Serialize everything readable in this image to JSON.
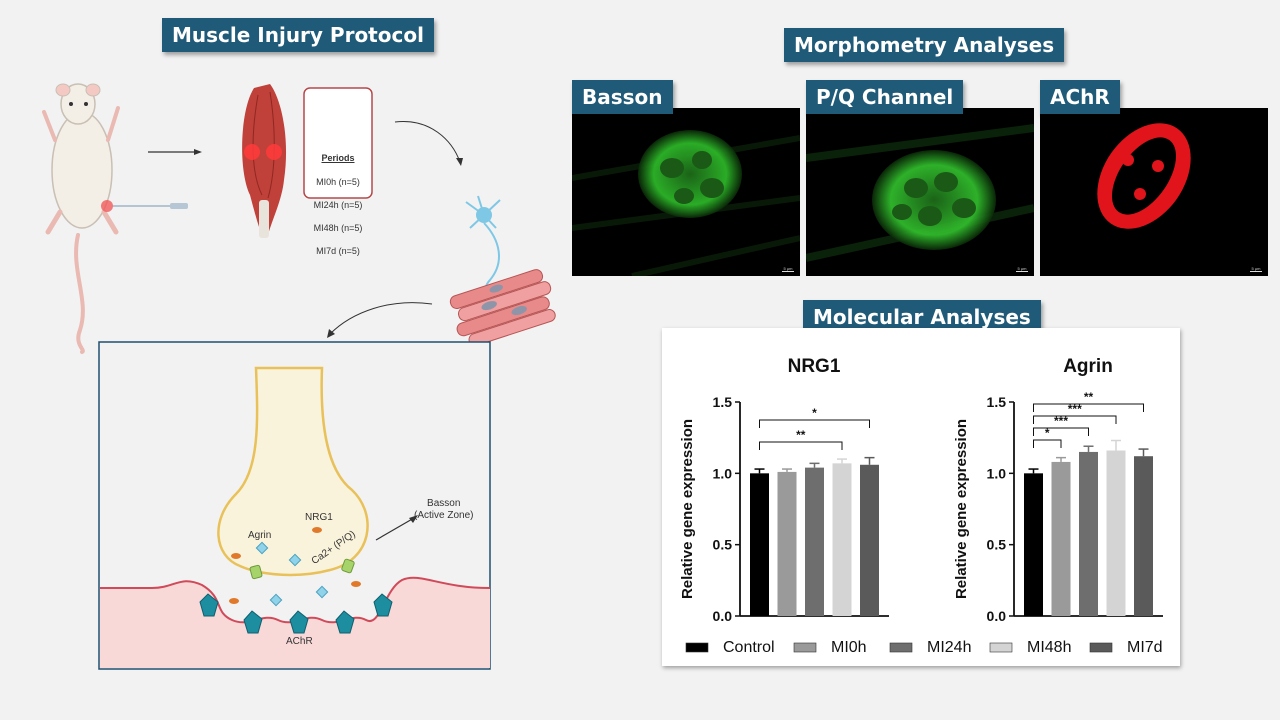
{
  "titles": {
    "muscle_injury": "Muscle Injury Protocol",
    "morphometry": "Morphometry Analyses",
    "molecular": "Molecular Analyses"
  },
  "periods": {
    "header": "Periods",
    "items": [
      "MI0h (n=5)",
      "MI24h (n=5)",
      "MI48h (n=5)",
      "MI7d (n=5)"
    ]
  },
  "micrographs": [
    {
      "label": "Basson",
      "stain_color": "#2fbf2a",
      "scale_text": "5 μm"
    },
    {
      "label": "P/Q Channel",
      "stain_color": "#2fbf2a",
      "scale_text": "5 μm"
    },
    {
      "label": "AChR",
      "stain_color": "#e0141a",
      "scale_text": "5 μm"
    }
  ],
  "synapse": {
    "agrin": "Agrin",
    "nrg1": "NRG1",
    "ca_channel": "Ca2+ (P/Q)",
    "basson_line1": "Basson",
    "basson_line2": "(Active Zone)",
    "achr": "AChR"
  },
  "colors": {
    "title_bg": "#1f5a78",
    "muscle_red": "#c0403a",
    "terminal_fill": "#faf3dc",
    "terminal_stroke": "#e8c15a",
    "postsynaptic_fill": "#f9d8d8",
    "membrane": "#d04a5a",
    "receptor": "#1c8ea0",
    "nrg1_dot": "#e07a2a",
    "agrin_diamond": "#8fd3ea",
    "panel_border": "#1f4f70"
  },
  "chart_data": [
    {
      "type": "bar",
      "title": "NRG1",
      "ylabel": "Relative gene expression",
      "ylim": [
        0.0,
        1.5
      ],
      "yticks": [
        "0.0",
        "0.5",
        "1.0",
        "1.5"
      ],
      "categories": [
        "Control",
        "MI0h",
        "MI24h",
        "MI48h",
        "MI7d"
      ],
      "values": [
        1.0,
        1.01,
        1.04,
        1.07,
        1.06
      ],
      "errors": [
        0.03,
        0.02,
        0.03,
        0.03,
        0.05
      ],
      "colors": [
        "#000000",
        "#9a9a9a",
        "#6e6e6e",
        "#d4d4d4",
        "#5a5a5a"
      ],
      "significance": [
        {
          "from": 0,
          "to": 3,
          "label": "**"
        },
        {
          "from": 0,
          "to": 4,
          "label": "*"
        }
      ]
    },
    {
      "type": "bar",
      "title": "Agrin",
      "ylabel": "Relative gene expression",
      "ylim": [
        0.0,
        1.5
      ],
      "yticks": [
        "0.0",
        "0.5",
        "1.0",
        "1.5"
      ],
      "categories": [
        "Control",
        "MI0h",
        "MI24h",
        "MI48h",
        "MI7d"
      ],
      "values": [
        1.0,
        1.08,
        1.15,
        1.16,
        1.12
      ],
      "errors": [
        0.03,
        0.03,
        0.04,
        0.07,
        0.05
      ],
      "colors": [
        "#000000",
        "#9a9a9a",
        "#6e6e6e",
        "#d4d4d4",
        "#5a5a5a"
      ],
      "significance": [
        {
          "from": 0,
          "to": 1,
          "label": "*"
        },
        {
          "from": 0,
          "to": 2,
          "label": "***"
        },
        {
          "from": 0,
          "to": 3,
          "label": "***"
        },
        {
          "from": 0,
          "to": 4,
          "label": "**"
        }
      ]
    }
  ],
  "legend": {
    "items": [
      {
        "label": "Control",
        "color": "#000000"
      },
      {
        "label": "MI0h",
        "color": "#9a9a9a"
      },
      {
        "label": "MI24h",
        "color": "#6e6e6e"
      },
      {
        "label": "MI48h",
        "color": "#d4d4d4"
      },
      {
        "label": "MI7d",
        "color": "#5a5a5a"
      }
    ]
  }
}
